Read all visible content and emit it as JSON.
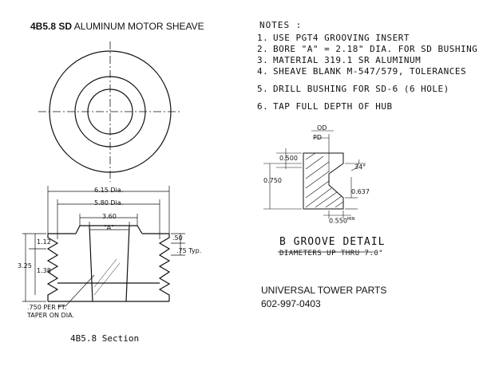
{
  "title": {
    "code": "4B5.8 SD",
    "name": "ALUMINUM MOTOR SHEAVE"
  },
  "notes": {
    "heading": "NOTES :",
    "items": [
      {
        "num": "1.",
        "text": "USE PGT4 GROOVING INSERT"
      },
      {
        "num": "2.",
        "text": "BORE \"A\" = 2.18\" DIA. FOR SD BUSHING"
      },
      {
        "num": "3.",
        "text": "MATERIAL 319.1 SR ALUMINUM"
      },
      {
        "num": "4.",
        "text": "SHEAVE BLANK M-547/579, TOLERANCES"
      },
      {
        "num": "5.",
        "text": "DRILL BUSHING FOR SD-6 (6 HOLE)"
      },
      {
        "num": "6.",
        "text": "TAP FULL DEPTH OF HUB"
      }
    ]
  },
  "section_dims": {
    "od": "6.15 Dia.",
    "pd": "5.80 Dia.",
    "hub": "3.60",
    "bore": "\"A\"",
    "top": ".50",
    "pitch": ".75 Typ.",
    "h1": "1.12",
    "h_total": "3.25",
    "h2": "1.38",
    "taper": ".750 PER FT.",
    "taper2": "TAPER ON DIA."
  },
  "section_caption": "4B5.8 Section",
  "groove": {
    "od": "OD",
    "pd": "PD",
    "d1": "0.500",
    "d2": "0.750",
    "angle": "34°",
    "d3": "0.637",
    "d4": "0.550",
    "d4_sup": "MIN",
    "title": "B GROOVE DETAIL",
    "subtitle": "DIAMETERS UP THRU 7.0\""
  },
  "company": {
    "name": "UNIVERSAL TOWER PARTS",
    "phone": "602-997-0403"
  }
}
